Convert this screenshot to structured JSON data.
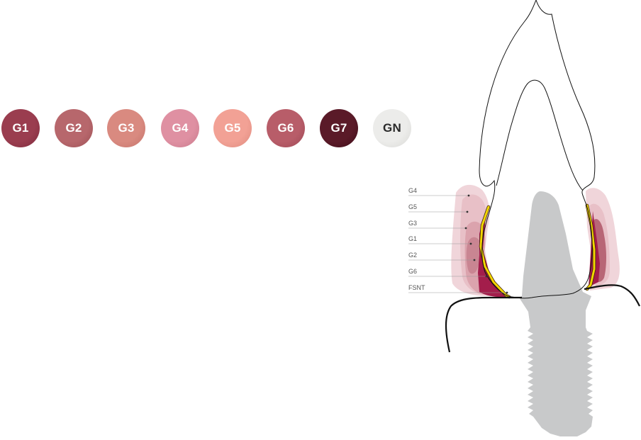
{
  "swatches": [
    {
      "label": "G1",
      "color": "#9a3d4f",
      "edge": "#7d2a3c",
      "light": false
    },
    {
      "label": "G2",
      "color": "#b7676c",
      "edge": "#9c5055",
      "light": false
    },
    {
      "label": "G3",
      "color": "#d98a80",
      "edge": "#c4736a",
      "light": false
    },
    {
      "label": "G4",
      "color": "#df90a2",
      "edge": "#c87a8c",
      "light": false
    },
    {
      "label": "G5",
      "color": "#f2a195",
      "edge": "#dd8a7e",
      "light": false
    },
    {
      "label": "G6",
      "color": "#b85d69",
      "edge": "#9d4854",
      "light": false
    },
    {
      "label": "G7",
      "color": "#5a1a28",
      "edge": "#3e0d18",
      "light": false
    },
    {
      "label": "GN",
      "color": "#ececea",
      "edge": "#d8d8d5",
      "light": true
    }
  ],
  "diagram": {
    "labels": [
      "G4",
      "G5",
      "G3",
      "G1",
      "G2",
      "G6",
      "FSNT"
    ],
    "colors": {
      "g4_outer": "#f0d5da",
      "g5_layer": "#e8c0c7",
      "g3_layer": "#dba3ad",
      "g1_layer": "#c98592",
      "g2_layer": "#b86676",
      "g6_core": "#a31d4b",
      "fsnt_line": "#f2d600",
      "implant": "#c8c9ca",
      "bone_line": "#111111"
    }
  }
}
